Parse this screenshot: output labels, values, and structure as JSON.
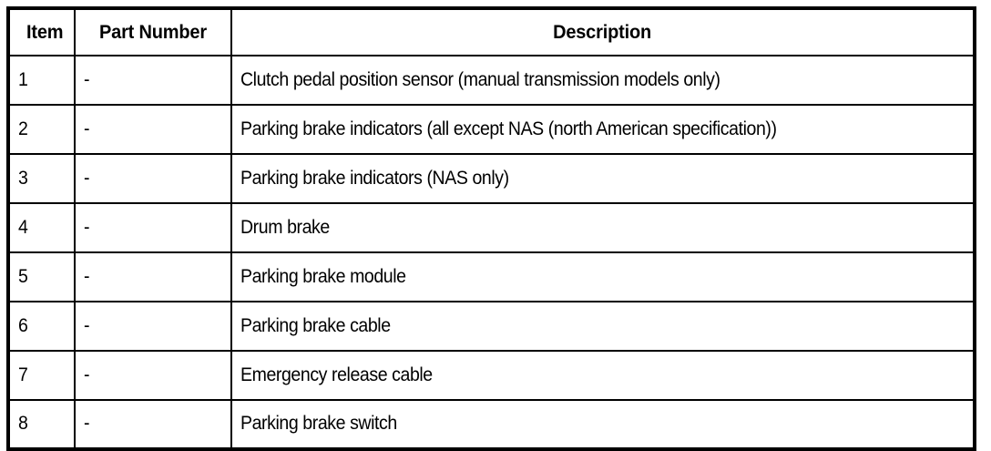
{
  "document": {
    "type": "parts-legend-table",
    "background_color": "#ffffff",
    "text_color": "#000000",
    "border_color": "#000000"
  },
  "table": {
    "columns": [
      {
        "key": "item",
        "header": "Item",
        "align": "left"
      },
      {
        "key": "part_number",
        "header": "Part Number",
        "align": "left"
      },
      {
        "key": "description",
        "header": "Description",
        "align": "center"
      }
    ],
    "rows": [
      {
        "item": "1",
        "part_number": "-",
        "description": "Clutch pedal position sensor (manual transmission models only)"
      },
      {
        "item": "2",
        "part_number": "-",
        "description": "Parking brake indicators (all except NAS (north American specification))"
      },
      {
        "item": "3",
        "part_number": "-",
        "description": "Parking brake indicators (NAS only)"
      },
      {
        "item": "4",
        "part_number": "-",
        "description": "Drum brake"
      },
      {
        "item": "5",
        "part_number": "-",
        "description": "Parking brake module"
      },
      {
        "item": "6",
        "part_number": "-",
        "description": "Parking brake cable"
      },
      {
        "item": "7",
        "part_number": "-",
        "description": "Emergency release cable"
      },
      {
        "item": "8",
        "part_number": "-",
        "description": "Parking brake switch"
      }
    ]
  }
}
